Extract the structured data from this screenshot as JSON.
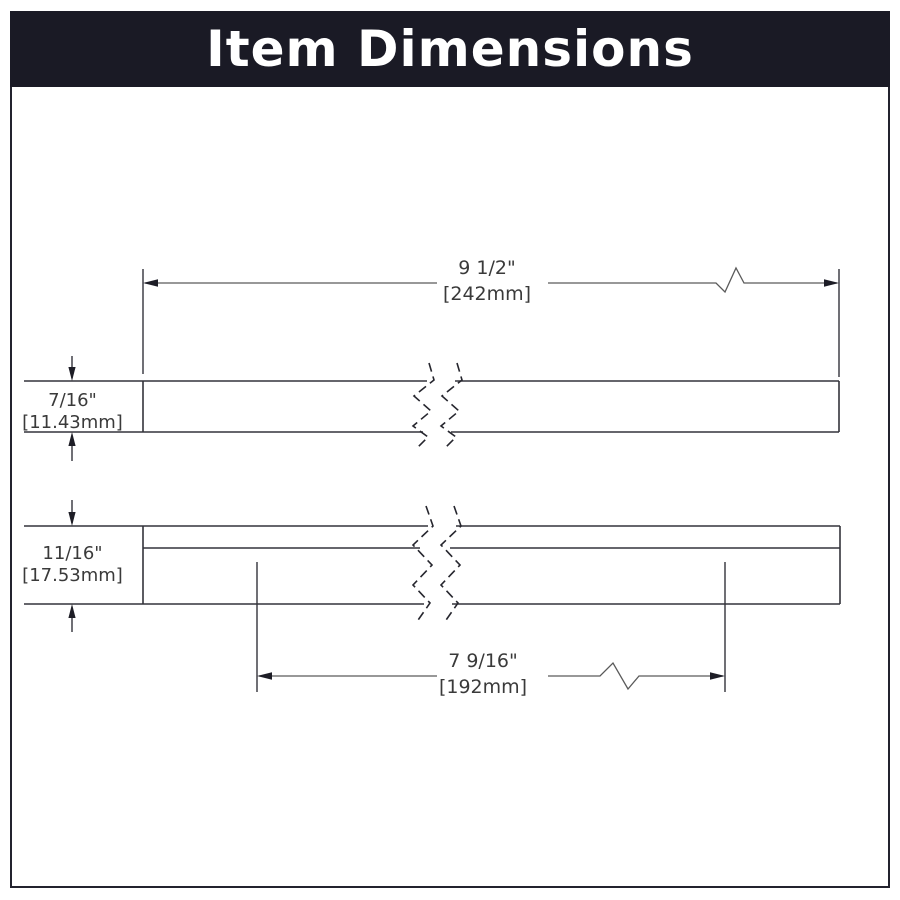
{
  "header": {
    "title": "Item Dimensions"
  },
  "colors": {
    "header_background": "#1a1a25",
    "header_text": "#ffffff",
    "outline_line": "#33333b",
    "dimension_line": "#5a5a5a",
    "label_text": "#3a3a3a"
  },
  "dimensions": {
    "overall_length": {
      "imperial": "9 1/2\"",
      "metric": "[242mm]"
    },
    "bar_thickness": {
      "imperial": "7/16\"",
      "metric": "[11.43mm]"
    },
    "overall_height": {
      "imperial": "11/16\"",
      "metric": "[17.53mm]"
    },
    "center_to_center": {
      "imperial": "7 9/16\"",
      "metric": "[192mm]"
    }
  }
}
